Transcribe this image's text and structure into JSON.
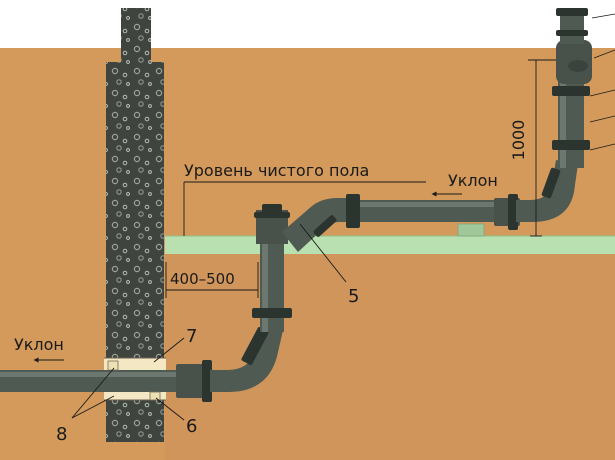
{
  "labels": {
    "floor_level": "Уровень чистого пола",
    "slope_right": "Уклон",
    "slope_left": "Уклон",
    "distance": "400–500",
    "height": "1000",
    "callout_5": "5",
    "callout_6": "6",
    "callout_7": "7",
    "callout_8": "8"
  },
  "colors": {
    "soil": "#d39a5b",
    "floor": "#b8e0b0",
    "concrete": "#4a4f4a",
    "pipe": "#4f5a53",
    "pipe_dark": "#2c3430",
    "sleeve": "#f3e7c4",
    "sky": "#ffffff"
  }
}
